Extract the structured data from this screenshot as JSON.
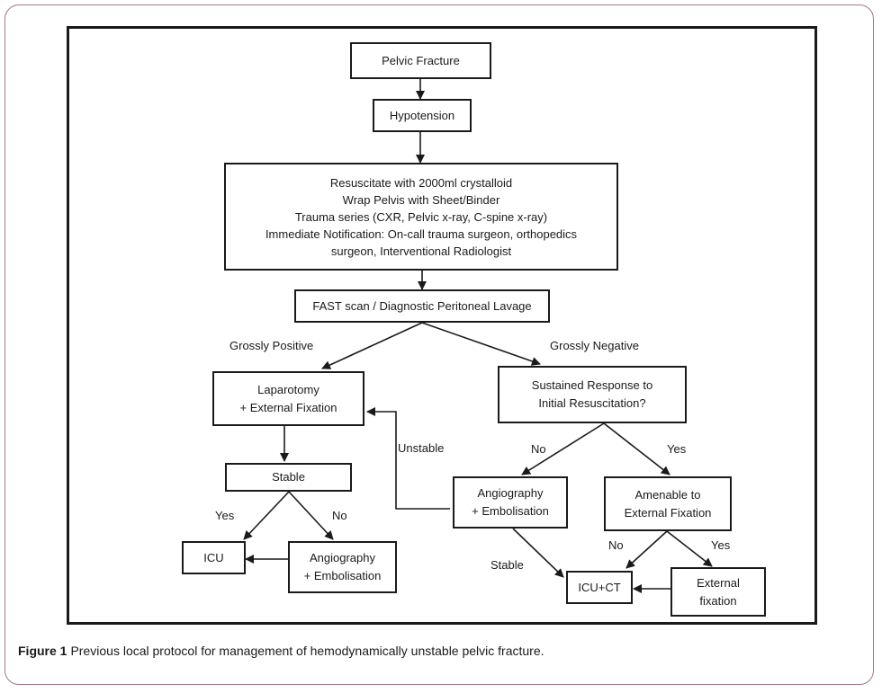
{
  "diagram": {
    "nodes": {
      "pelvic_fracture": "Pelvic Fracture",
      "hypotension": "Hypotension",
      "resuscitate": "Resuscitate with 2000ml crystalloid\nWrap Pelvis with Sheet/Binder\nTrauma series (CXR, Pelvic x-ray, C-spine x-ray)\nImmediate Notification: On-call trauma surgeon, orthopedics\nsurgeon, Interventional Radiologist",
      "fast_scan": "FAST scan / Diagnostic Peritoneal Lavage",
      "laparotomy": "Laparotomy\n+ External Fixation",
      "sustained_response": "Sustained Response to\nInitial Resuscitation?",
      "stable": "Stable",
      "angiography_right": "Angiography\n+ Embolisation",
      "amenable": "Amenable to\nExternal Fixation",
      "icu": "ICU",
      "angiography_left": "Angiography\n+ Embolisation",
      "icu_ct": "ICU+CT",
      "external_fixation": "External\nfixation"
    },
    "edge_labels": {
      "grossly_positive": "Grossly Positive",
      "grossly_negative": "Grossly Negative",
      "unstable": "Unstable",
      "no_response": "No",
      "yes_response": "Yes",
      "stable_yes": "Yes",
      "stable_no": "No",
      "angio_stable": "Stable",
      "amenable_no": "No",
      "amenable_yes": "Yes"
    }
  },
  "caption": {
    "label": "Figure 1",
    "text": "Previous local protocol for management of hemodynamically unstable pelvic fracture."
  }
}
